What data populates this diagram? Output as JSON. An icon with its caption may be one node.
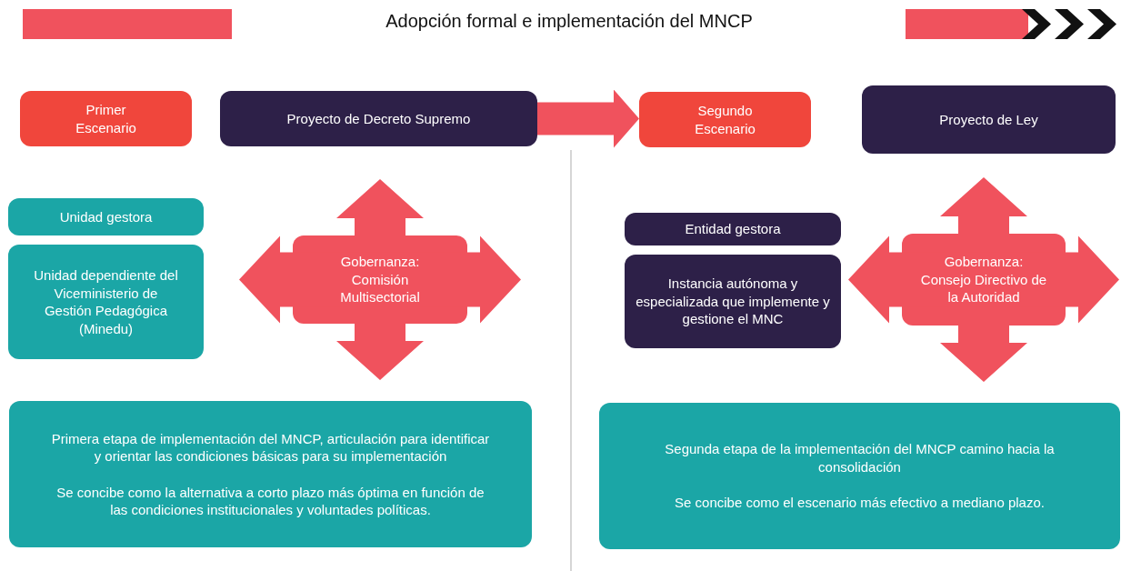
{
  "diagram": {
    "title": "Adopción formal e implementación del MNCP",
    "nodes": [
      {
        "text": [
          "Primer Escenario"
        ]
      },
      {
        "text": [
          "Proyecto de Decreto Supremo"
        ]
      },
      {
        "text": [
          "Segundo Escenario"
        ]
      },
      {
        "text": [
          "Proyecto de Ley"
        ]
      },
      {
        "text": [
          "Unidad gestora"
        ]
      },
      {
        "text": [
          "Unidad dependiente del Viceministerio de Gestión Pedagógica (Minedu)"
        ]
      },
      {
        "text": [
          "Gobernanza: Comisión Multisectorial"
        ]
      },
      {
        "text": [
          "Entidad gestora"
        ]
      },
      {
        "text": [
          "Instancia autónoma y especializada que implemente y gestione el MNC"
        ]
      },
      {
        "text": [
          "Gobernanza: Consejo Directivo de la Autoridad"
        ]
      },
      {
        "text": [
          "Primera etapa de implementación del MNCP, articulación para identificar y orientar las condiciones básicas para su implementación",
          "Se concibe como la alternativa a corto plazo más óptima en función de las condiciones institucionales y voluntades políticas."
        ]
      },
      {
        "text": [
          "Segunda etapa de la implementación del MNCP camino hacia la consolidación",
          "Se concibe como el escenario más efectivo a mediano plazo."
        ]
      }
    ],
    "edges": [
      {
        "from": 1,
        "to": 2,
        "arrow": "to"
      }
    ]
  }
}
